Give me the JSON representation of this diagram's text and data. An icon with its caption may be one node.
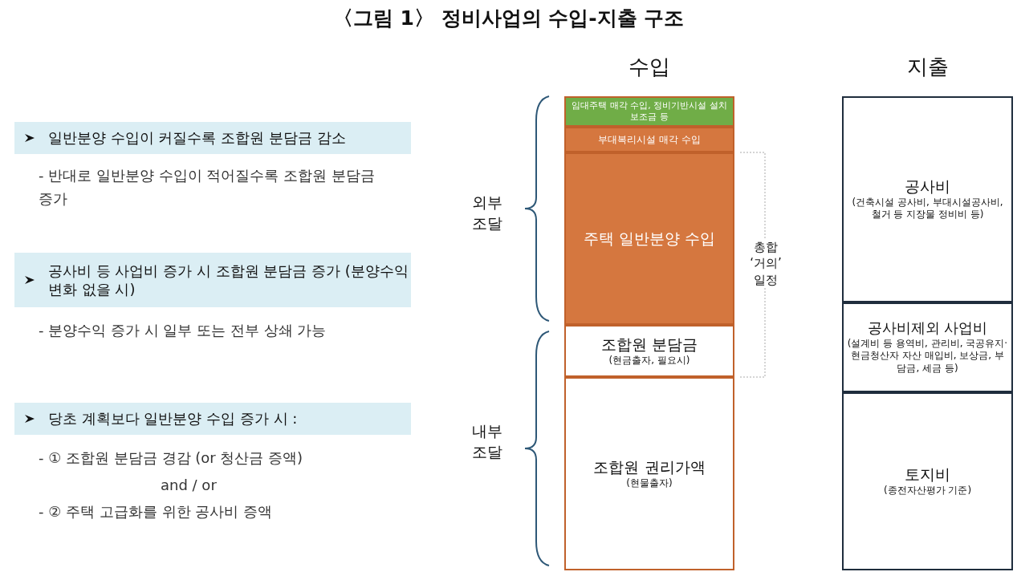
{
  "diagram": {
    "title": "〈그림 1〉 정비사업의 수입-지출 구조",
    "nodes": [
      {
        "text": [
          "수입"
        ]
      },
      {
        "text": [
          "임대주택 매각 수입, 정비기반시설 설치보조금 등"
        ],
        "in": 0
      },
      {
        "text": [
          "부대복리시설 매각 수입"
        ],
        "in": 0
      },
      {
        "text": [
          "주택 일반분양 수입"
        ],
        "in": 0
      },
      {
        "text": [
          "조합원 분담금",
          "(현금출자, 필요시)"
        ],
        "in": 0
      },
      {
        "text": [
          "조합원 권리가액",
          "(현물출자)"
        ],
        "in": 0
      },
      {
        "text": [
          "지출"
        ]
      },
      {
        "text": [
          "공사비",
          "(건축시설 공사비, 부대시설공사비, 철거 등 지장물 정비비 등)"
        ],
        "in": 6
      },
      {
        "text": [
          "공사비제외 사업비",
          "(설계비 등 용역비, 관리비, 국공유지·현금청산자 자산 매입비, 보상금, 부담금, 세금 등)"
        ],
        "in": 6
      },
      {
        "text": [
          "토지비",
          "(종전자산평가 기준)"
        ],
        "in": 6
      },
      {
        "text": [
          "일반분양 수입이 커질수록 조합원 분담금 감소"
        ],
        "beside": [
          "- 반대로 일반분양 수입이 적어질수록 조합원 분담금 증가"
        ]
      },
      {
        "text": [
          "공사비 등 사업비 증가 시 조합원 분담금 증가 (분양수익 변화 없을 시)"
        ],
        "beside": [
          "- 분양수익 증가 시 일부 또는 전부 상쇄 가능"
        ]
      },
      {
        "text": [
          "당초 계획보다 일반분양 수입 증가 시 :"
        ],
        "beside": [
          "- ① 조합원 분담금 경감 (or 청산금 증액)",
          "and / or",
          "- ② 주택 고급화를 위한 공사비 증액"
        ]
      }
    ],
    "edges": [],
    "labels": [
      "외부 조달",
      "총합 ‘거의’ 일정",
      "내부 조달"
    ]
  }
}
